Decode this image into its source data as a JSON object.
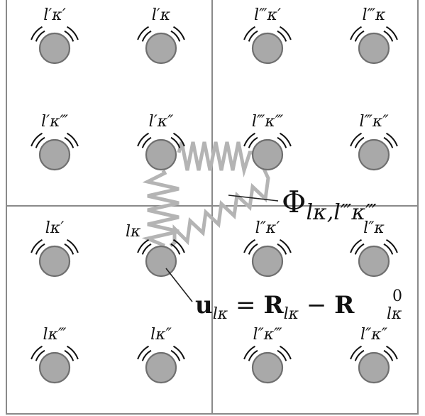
{
  "atoms": [
    {
      "label": "l′κ′"
    },
    {
      "label": "l′κ"
    },
    {
      "label": "l‴κ′"
    },
    {
      "label": "l‴κ"
    },
    {
      "label": "l′κ‴"
    },
    {
      "label": "l′κ″"
    },
    {
      "label": "l‴κ‴"
    },
    {
      "label": "l‴κ″"
    },
    {
      "label": "lκ′"
    },
    {
      "label": "lκ"
    },
    {
      "label": "l″κ′"
    },
    {
      "label": "l″κ"
    },
    {
      "label": "lκ‴"
    },
    {
      "label": "lκ″"
    },
    {
      "label": "l″κ‴"
    },
    {
      "label": "l″κ″"
    }
  ],
  "force_constant_label": {
    "symbol": "Φ",
    "subscript": "lκ,l‴κ‴"
  },
  "displacement_label": {
    "u": "u",
    "u_sub": "lκ",
    "equals": " = ",
    "R": "R",
    "R_sub": "lκ",
    "minus": " − ",
    "R0": "R",
    "R0_sub": "lκ",
    "R0_sup": "0"
  },
  "colors": {
    "atom_fill": "#a9a9a9",
    "atom_stroke": "#6f6f6f",
    "spring": "#b4b4b4",
    "cell_line": "#8a8a8a",
    "text": "#111111"
  }
}
